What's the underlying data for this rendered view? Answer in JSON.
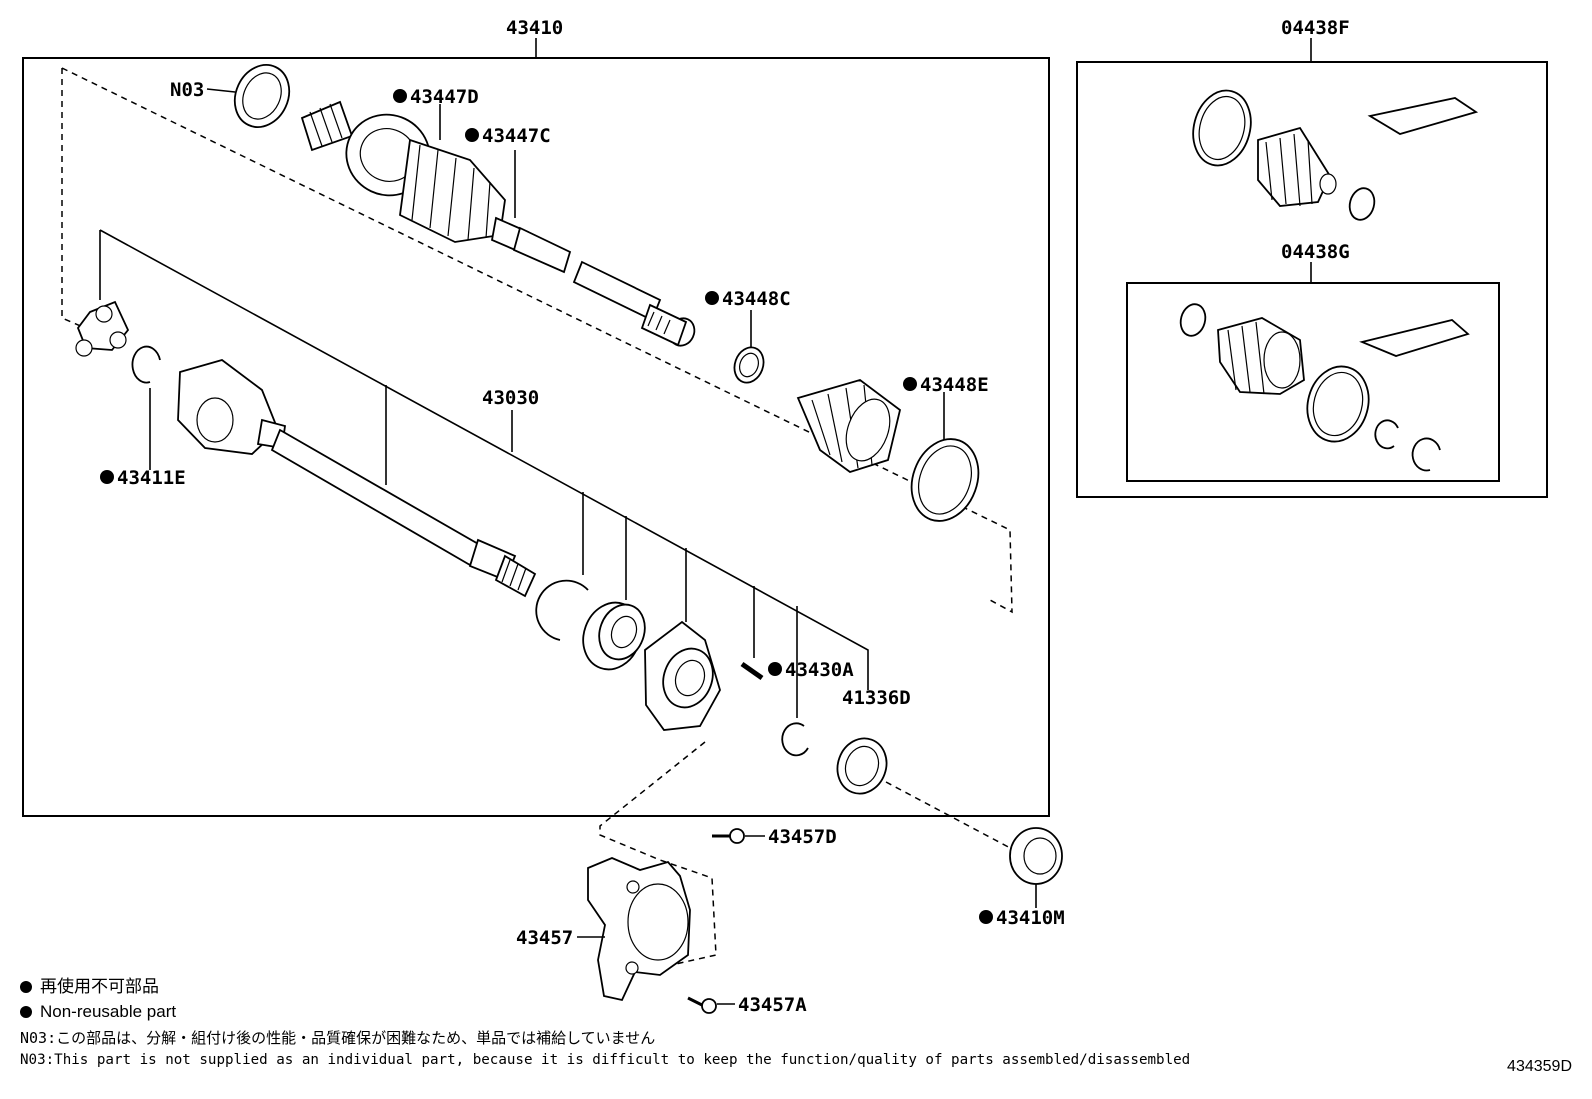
{
  "callouts": {
    "c43410": "43410",
    "c04438F": "04438F",
    "c04438G": "04438G",
    "cN03": "N03",
    "c43447D": "43447D",
    "c43447C": "43447C",
    "c43448C": "43448C",
    "c43448E": "43448E",
    "c43030": "43030",
    "c43411E": "43411E",
    "c43430A": "43430A",
    "c41336D": "41336D",
    "c43457D": "43457D",
    "c43457": "43457",
    "c43457A": "43457A",
    "c43410M": "43410M"
  },
  "legend": {
    "jp": "再使用不可部品",
    "en": "Non-reusable part"
  },
  "notes": {
    "jp": "N03:この部品は、分解・組付け後の性能・品質確保が困難なため、単品では補給していません",
    "en": "N03:This part is not supplied as an individual part, because it is difficult to keep the function/quality of parts assembled/disassembled"
  },
  "diagram_code": "434359D"
}
